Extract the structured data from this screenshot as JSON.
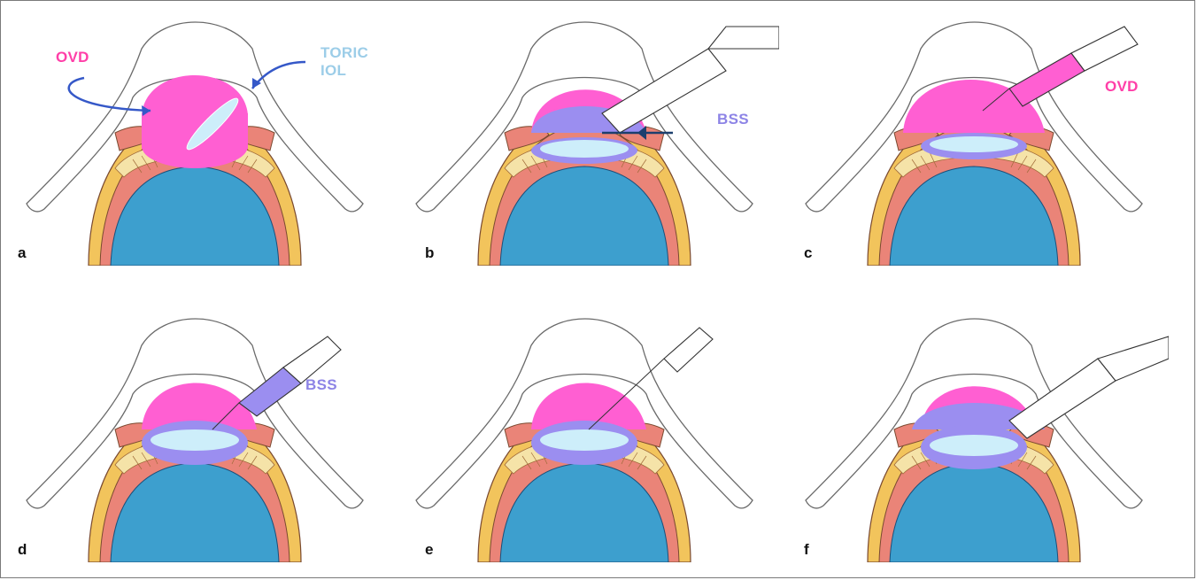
{
  "panels": [
    {
      "id": "a",
      "label": "a",
      "callouts": [
        {
          "text": "OVD"
        },
        {
          "text": "TORIC IOL"
        }
      ]
    },
    {
      "id": "b",
      "label": "b",
      "callouts": [
        {
          "text": "BSS"
        }
      ]
    },
    {
      "id": "c",
      "label": "c",
      "callouts": [
        {
          "text": "OVD"
        }
      ]
    },
    {
      "id": "d",
      "label": "d",
      "callouts": [
        {
          "text": "BSS"
        }
      ]
    },
    {
      "id": "e",
      "label": "e",
      "callouts": []
    },
    {
      "id": "f",
      "label": "f",
      "callouts": []
    }
  ],
  "colors": {
    "ovd": "#ff5fd2",
    "bss": "#9b8ef0",
    "iol": "#cdeefa",
    "vitreous": "#3d9fce",
    "sclera": "#f2c45c",
    "choroid": "#ea8478",
    "lens_fibers": "#f5e3a8",
    "arrow": "#3558c8",
    "bss_arrow": "#1c3f6e",
    "ovd_label": "#ff3fa8",
    "iol_label": "#9ccde8",
    "bss_label": "#8d84e6"
  }
}
